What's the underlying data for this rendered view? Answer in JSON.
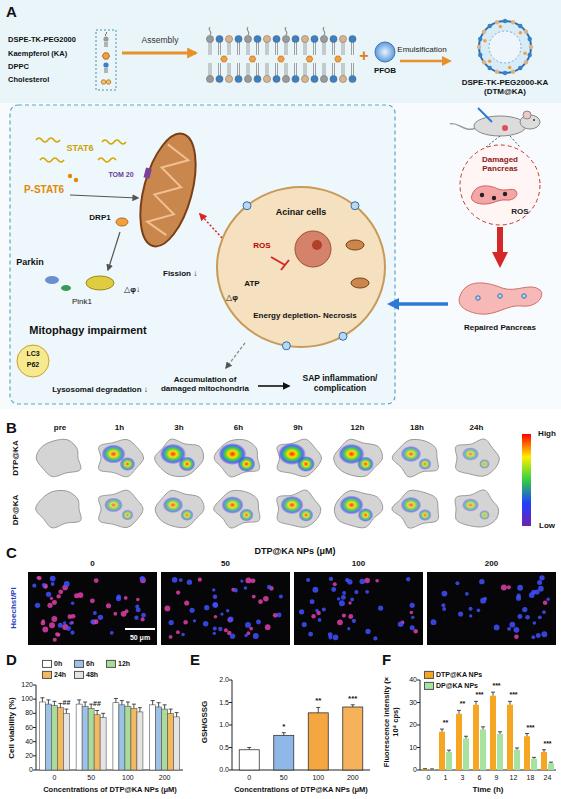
{
  "diagram": {
    "nodes": [
      {
        "text": [
          "PFOB"
        ]
      },
      {
        "text": [
          "DSPE-TK-PEG2000-KA (DTM@KA)"
        ]
      },
      {
        "text": [
          "Damaged Pancreas"
        ]
      },
      {
        "text": [
          "Repaired Pancreas"
        ]
      },
      {
        "text": [
          "Acinar cells"
        ]
      },
      {
        "text": [
          "LC3",
          "P62"
        ]
      }
    ],
    "edges": [
      {
        "from": 0,
        "to": 1,
        "label": "Emulsification",
        "arrow": "to"
      },
      {
        "from": 2,
        "to": 3,
        "arrow": "to"
      },
      {
        "from": 3,
        "to": 4,
        "arrow": "to"
      }
    ],
    "labels": [
      "A",
      "Assembly",
      "+",
      "ROS",
      "STAT6",
      "P-STAT6",
      "TOM 20",
      "DRP1",
      "Parkin",
      "Pink1",
      "Fission ↓",
      "△φ↓",
      "Mitophagy impairment",
      "Lysosomal degradation ↓",
      "Accumulation of damaged mitochondria",
      "SAP inflammation/ complication",
      "ROS",
      "ATP",
      "△φ",
      "Energy depletion- Necrosis",
      "B",
      "DTP@KA",
      "DP@KA",
      "pre",
      "1h",
      "3h",
      "6h",
      "9h",
      "12h",
      "18h",
      "24h",
      "High",
      "Low",
      "C",
      "DTP@KA NPs (μM)",
      "0",
      "50",
      "100",
      "200",
      "Hoechst/PI",
      "50 μm",
      "D",
      "Cell viability (%)",
      "0",
      "20",
      "40",
      "60",
      "80",
      "100",
      "120",
      "0",
      "50",
      "100",
      "200",
      "Concentrations of DTP@KA NPs (μM)",
      "##",
      "##",
      "E",
      "GSH/GSSG",
      "0.0",
      "0.5",
      "1.0",
      "1.5",
      "2.0",
      "0",
      "50",
      "100",
      "200",
      "Concentrations of DTP@KA NPs (μM)",
      "*",
      "**",
      "***",
      "F",
      "Fluorescence intensity (× 10⁴ cps)",
      "0",
      "10",
      "20",
      "30",
      "40",
      "0",
      "1",
      "3",
      "6",
      "9",
      "12",
      "18",
      "24",
      "Time (h)",
      "**",
      "**",
      "***",
      "***",
      "***",
      "***",
      "***"
    ],
    "legend": [
      {
        "text": "DSPE-TK-PEG2000"
      },
      {
        "text": "Kaempferol (KA)"
      },
      {
        "text": "DPPC"
      },
      {
        "text": "Cholesterol"
      },
      {
        "text": "0h",
        "color": "#ffffff"
      },
      {
        "text": "6h",
        "color": "#9cc3e6"
      },
      {
        "text": "12h",
        "color": "#a9dc9a"
      },
      {
        "text": "24h",
        "color": "#f4b860"
      },
      {
        "text": "48h",
        "color": "#e4e4e4"
      },
      {
        "text": "DTP@KA NPs",
        "color": "#f5a623"
      },
      {
        "text": "DP@KA NPs",
        "color": "#a6e3a1"
      }
    ]
  }
}
